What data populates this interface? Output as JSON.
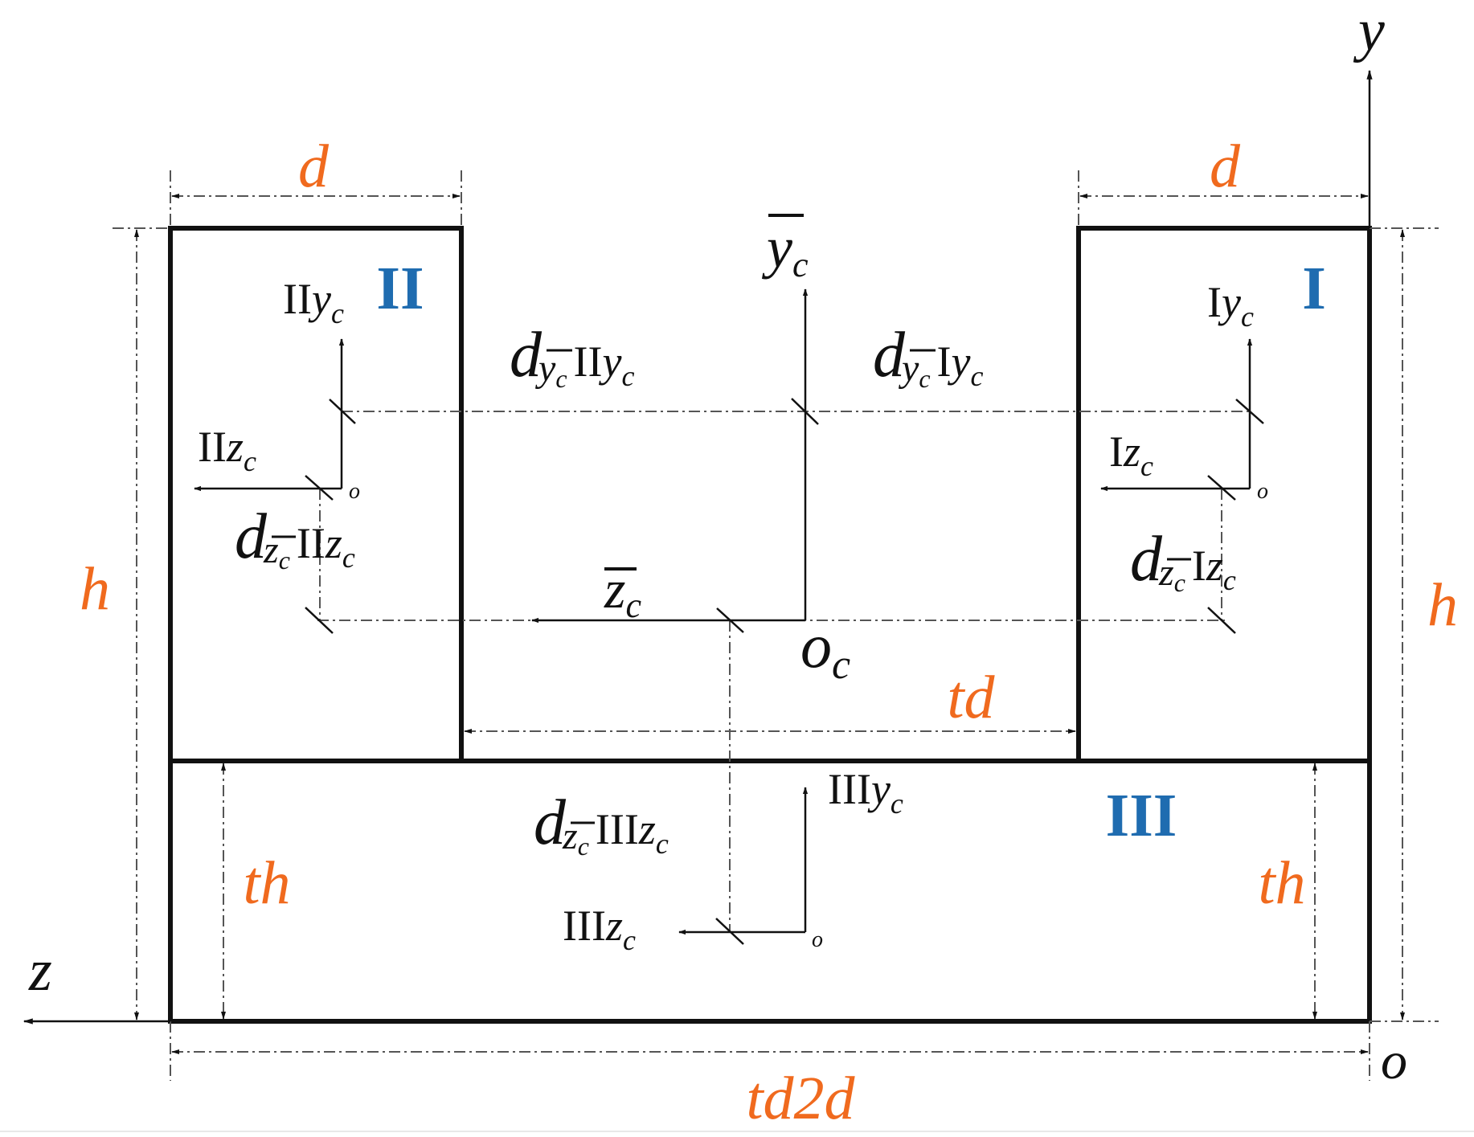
{
  "dimensions": {
    "d_left": "d",
    "d_right": "d",
    "h_left": "h",
    "h_right": "h",
    "td": "td",
    "th_left": "th",
    "th_right": "th",
    "total_width": "td2d"
  },
  "regions": {
    "I": "I",
    "II": "II",
    "III": "III"
  },
  "global_axes": {
    "y": "y",
    "z": "z",
    "origin": "o"
  },
  "centroid_axes": {
    "y_main": "y",
    "y_sub": "c",
    "z_main": "z",
    "z_sub": "c",
    "origin_main": "o",
    "origin_sub": "c"
  },
  "local_axes": {
    "I": {
      "y_prefix": "I",
      "y_var": "y",
      "y_sub": "c",
      "z_prefix": "I",
      "z_var": "z",
      "z_sub": "c",
      "origin": "o"
    },
    "II": {
      "y_prefix": "II",
      "y_var": "y",
      "y_sub": "c",
      "z_prefix": "II",
      "z_var": "z",
      "z_sub": "c",
      "origin": "o"
    },
    "III": {
      "y_prefix": "III",
      "y_var": "y",
      "y_sub": "c",
      "z_prefix": "III",
      "z_var": "z",
      "z_sub": "c",
      "origin": "o"
    }
  },
  "distances": {
    "dy_II": {
      "d": "d",
      "bar_var": "y",
      "bar_sub": "c",
      "prefix": "II",
      "var": "y",
      "sub": "c"
    },
    "dy_I": {
      "d": "d",
      "bar_var": "y",
      "bar_sub": "c",
      "prefix": "I",
      "var": "y",
      "sub": "c"
    },
    "dz_II": {
      "d": "d",
      "bar_var": "z",
      "bar_sub": "c",
      "prefix": "II",
      "var": "z",
      "sub": "c"
    },
    "dz_I": {
      "d": "d",
      "bar_var": "z",
      "bar_sub": "c",
      "prefix": "I",
      "var": "z",
      "sub": "c"
    },
    "dz_III": {
      "d": "d",
      "bar_var": "z",
      "bar_sub": "c",
      "prefix": "III",
      "var": "z",
      "sub": "c"
    }
  },
  "colors": {
    "dimension": "#F06A1E",
    "region": "#1F6CB0",
    "line": "#111111"
  }
}
